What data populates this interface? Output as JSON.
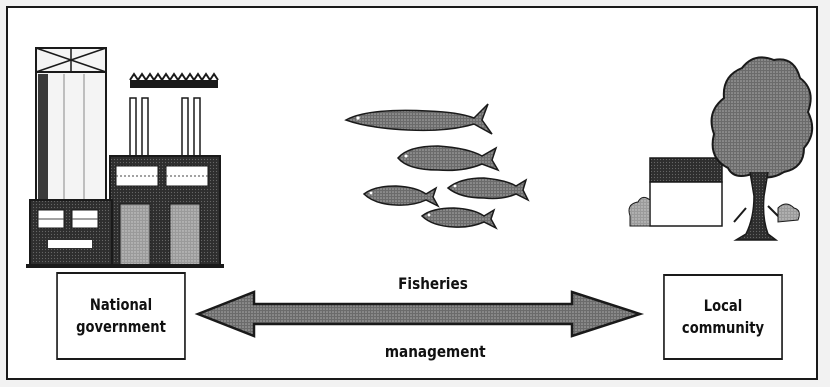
{
  "left_box": {
    "line1": "National",
    "line2": "government"
  },
  "right_box": {
    "line1": "Local",
    "line2": "community"
  },
  "arrow": {
    "top_label": "Fisheries",
    "bottom_label": "management"
  },
  "icons": [
    "factory-icon",
    "fish-school-icon",
    "house-icon",
    "tree-icon",
    "double-arrow-icon"
  ],
  "colors": {
    "ink": "#1a1a1a",
    "arrow_fill": "#555555",
    "paper": "#ffffff"
  }
}
